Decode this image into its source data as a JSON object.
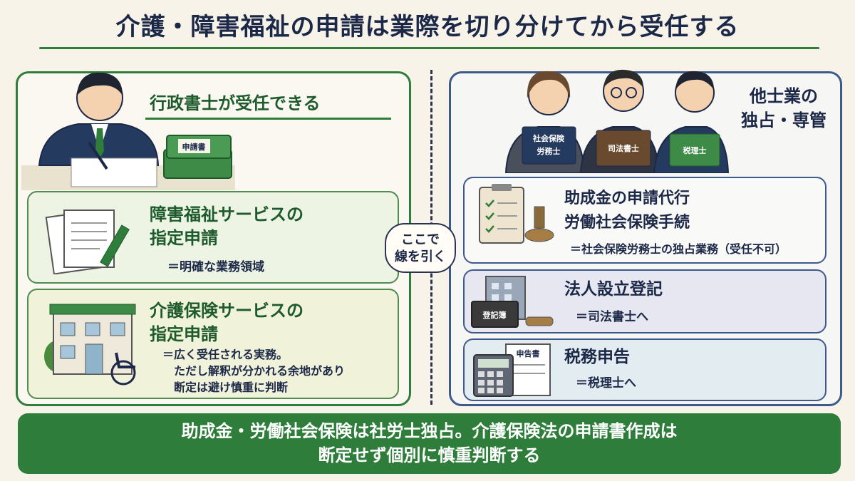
{
  "title": "介護・障害福祉の申請は業際を切り分けてから受任する",
  "left": {
    "heading": "行政書士が受任できる",
    "book_label": "申請書",
    "cards": [
      {
        "title_line1": "障害福祉サービスの",
        "title_line2": "指定申請",
        "note": "＝明確な業務領域"
      },
      {
        "title_line1": "介護保険サービスの",
        "title_line2": "指定申請",
        "note_line1": "＝広く受任される実務。",
        "note_line2": "ただし解釈が分かれる余地があり",
        "note_line3": "断定は避け慎重に判断"
      }
    ]
  },
  "bubble": {
    "line1": "ここで",
    "line2": "線を引く"
  },
  "right": {
    "heading_line1": "他士業の",
    "heading_line2": "独占・専管",
    "people": [
      {
        "book_line1": "社会保険",
        "book_line2": "労務士"
      },
      {
        "book_line1": "司法書士"
      },
      {
        "book_line1": "税理士"
      }
    ],
    "cards": [
      {
        "title_line1": "助成金の申請代行",
        "title_line2": "労働社会保険手続",
        "note": "＝社会保険労務士の独占業務（受任不可）"
      },
      {
        "title": "法人設立登記",
        "note": "＝司法書士へ",
        "book_label": "登記簿"
      },
      {
        "title": "税務申告",
        "note": "＝税理士へ",
        "doc_label": "申告書"
      }
    ]
  },
  "summary": {
    "line1": "助成金・労働社会保険は社労士独占。介護保険法の申請書作成は",
    "line2": "断定せず個別に慎重判断する"
  },
  "colors": {
    "green": "#2e7d3a",
    "navy": "#1c2847",
    "background": "#f7f3e8"
  }
}
